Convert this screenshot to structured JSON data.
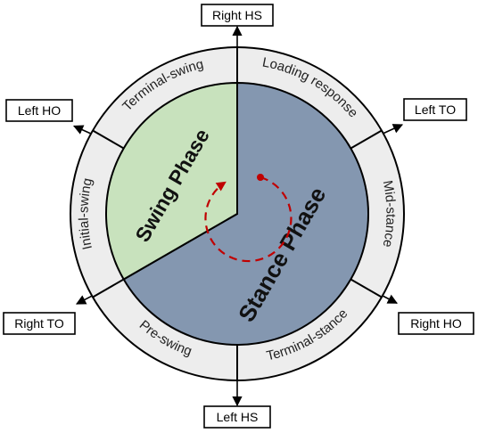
{
  "colors": {
    "swing_fill": "#c8e2bd",
    "stance_fill": "#8497b0",
    "ring_fill": "#ededed",
    "outline": "#000000",
    "cycle_arrow": "#c00000"
  },
  "phases": {
    "swing": "Swing Phase",
    "stance": "Stance Phase"
  },
  "ring_segments": [
    "Loading response",
    "Mid-stance",
    "Terminal-stance",
    "Pre-swing",
    "Initial-swing",
    "Terminal-swing"
  ],
  "events": [
    "Right HS",
    "Left TO",
    "Right HO",
    "Left HS",
    "Right TO",
    "Left HO"
  ]
}
